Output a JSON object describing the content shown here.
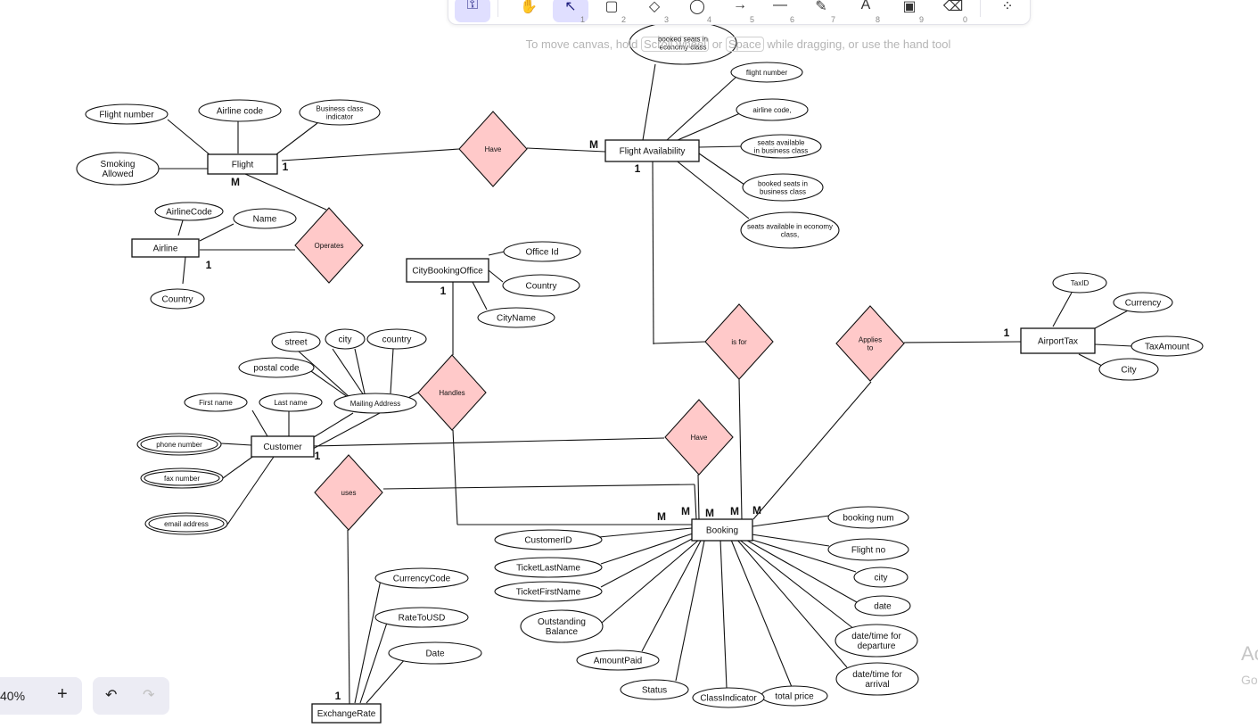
{
  "toolbar": {
    "tools": [
      {
        "name": "lock-tool",
        "icon": "lock-icon",
        "glyph": "⚿",
        "num": ""
      },
      {
        "name": "hand-tool",
        "icon": "hand-icon",
        "glyph": "✋",
        "num": ""
      },
      {
        "name": "selection-tool",
        "icon": "cursor-icon",
        "glyph": "↖",
        "num": "1"
      },
      {
        "name": "rectangle-tool",
        "icon": "rectangle-icon",
        "glyph": "▢",
        "num": "2"
      },
      {
        "name": "diamond-tool",
        "icon": "diamond-icon",
        "glyph": "◇",
        "num": "3"
      },
      {
        "name": "ellipse-tool",
        "icon": "ellipse-icon",
        "glyph": "◯",
        "num": "4"
      },
      {
        "name": "arrow-tool",
        "icon": "arrow-icon",
        "glyph": "→",
        "num": "5"
      },
      {
        "name": "line-tool",
        "icon": "line-icon",
        "glyph": "—",
        "num": "6"
      },
      {
        "name": "draw-tool",
        "icon": "pencil-icon",
        "glyph": "✎",
        "num": "7"
      },
      {
        "name": "text-tool",
        "icon": "text-icon",
        "glyph": "A",
        "num": "8"
      },
      {
        "name": "image-tool",
        "icon": "image-icon",
        "glyph": "▣",
        "num": "9"
      },
      {
        "name": "eraser-tool",
        "icon": "eraser-icon",
        "glyph": "⌫",
        "num": "0"
      },
      {
        "name": "more-tools",
        "icon": "more-tools-icon",
        "glyph": "⁘",
        "num": ""
      }
    ]
  },
  "hint": {
    "before": "To move canvas, hold ",
    "key1": "Scroll wheel",
    "middle": " or ",
    "key2": "Space",
    "after": " while dragging, or use the hand tool"
  },
  "entities": [
    {
      "id": "flight",
      "label": "Flight"
    },
    {
      "id": "airline",
      "label": "Airline"
    },
    {
      "id": "flight-availability",
      "label": "Flight Availability"
    },
    {
      "id": "city-booking-office",
      "label": "CityBookingOffice"
    },
    {
      "id": "customer",
      "label": "Customer"
    },
    {
      "id": "booking",
      "label": "Booking"
    },
    {
      "id": "airport-tax",
      "label": "AirportTax"
    },
    {
      "id": "exchange-rate",
      "label": "ExchangeRate"
    }
  ],
  "relationships": [
    {
      "id": "have-1",
      "lines": [
        "Have"
      ]
    },
    {
      "id": "operates",
      "lines": [
        "Operates"
      ]
    },
    {
      "id": "is-for",
      "lines": [
        "is for"
      ]
    },
    {
      "id": "applies-to",
      "lines": [
        "Applies",
        "to"
      ]
    },
    {
      "id": "handles",
      "lines": [
        "Handles"
      ]
    },
    {
      "id": "have-2",
      "lines": [
        "Have"
      ]
    },
    {
      "id": "uses",
      "lines": [
        "uses"
      ]
    }
  ],
  "attributes": [
    {
      "id": "flight-number",
      "lines": [
        "Flight number"
      ]
    },
    {
      "id": "airline-code",
      "lines": [
        "Airline code"
      ]
    },
    {
      "id": "business-class-indicator",
      "lines": [
        "Business class",
        "indicator"
      ]
    },
    {
      "id": "smoking-allowed",
      "lines": [
        "Smoking",
        "Allowed"
      ]
    },
    {
      "id": "airline-airlinecode",
      "lines": [
        "AirlineCode"
      ]
    },
    {
      "id": "airline-name",
      "lines": [
        "Name"
      ]
    },
    {
      "id": "airline-country",
      "lines": [
        "Country"
      ]
    },
    {
      "id": "fa-booked-economy",
      "lines": [
        "booked seats in",
        "economy class"
      ]
    },
    {
      "id": "fa-flight-number",
      "lines": [
        "flight number"
      ]
    },
    {
      "id": "fa-airline-code",
      "lines": [
        "airline code,"
      ]
    },
    {
      "id": "fa-seats-business",
      "lines": [
        "seats available",
        "in business class"
      ]
    },
    {
      "id": "fa-booked-business",
      "lines": [
        "booked seats in",
        "business class"
      ]
    },
    {
      "id": "fa-seats-economy",
      "lines": [
        "seats available in economy",
        "class,"
      ]
    },
    {
      "id": "office-id",
      "lines": [
        "Office Id"
      ]
    },
    {
      "id": "office-country",
      "lines": [
        "Country"
      ]
    },
    {
      "id": "office-cityname",
      "lines": [
        "CityName"
      ]
    },
    {
      "id": "tax-id",
      "lines": [
        "TaxID"
      ]
    },
    {
      "id": "tax-currency",
      "lines": [
        "Currency"
      ]
    },
    {
      "id": "tax-amount",
      "lines": [
        "TaxAmount"
      ]
    },
    {
      "id": "tax-city",
      "lines": [
        "City"
      ]
    },
    {
      "id": "street",
      "lines": [
        "street"
      ]
    },
    {
      "id": "city",
      "lines": [
        "city"
      ]
    },
    {
      "id": "country",
      "lines": [
        "country"
      ]
    },
    {
      "id": "postal-code",
      "lines": [
        "postal code"
      ]
    },
    {
      "id": "first-name",
      "lines": [
        "First name"
      ]
    },
    {
      "id": "last-name",
      "lines": [
        "Last name"
      ]
    },
    {
      "id": "mailing-address",
      "lines": [
        "Mailing Address"
      ]
    },
    {
      "id": "phone-number",
      "lines": [
        "phone number"
      ]
    },
    {
      "id": "fax-number",
      "lines": [
        "fax number"
      ]
    },
    {
      "id": "email-address",
      "lines": [
        "email address"
      ]
    },
    {
      "id": "booking-num",
      "lines": [
        "booking num"
      ]
    },
    {
      "id": "booking-flight-no",
      "lines": [
        "Flight no"
      ]
    },
    {
      "id": "booking-city",
      "lines": [
        "city"
      ]
    },
    {
      "id": "booking-date",
      "lines": [
        "date"
      ]
    },
    {
      "id": "departure-datetime",
      "lines": [
        "date/time for",
        "departure"
      ]
    },
    {
      "id": "arrival-datetime",
      "lines": [
        "date/time for",
        "arrival"
      ]
    },
    {
      "id": "total-price",
      "lines": [
        "total price"
      ]
    },
    {
      "id": "class-indicator",
      "lines": [
        "ClassIndicator"
      ]
    },
    {
      "id": "status",
      "lines": [
        "Status"
      ]
    },
    {
      "id": "amount-paid",
      "lines": [
        "AmountPaid"
      ]
    },
    {
      "id": "outstanding-balance",
      "lines": [
        "Outstanding",
        "Balance"
      ]
    },
    {
      "id": "ticket-first-name",
      "lines": [
        "TicketFirstName"
      ]
    },
    {
      "id": "ticket-last-name",
      "lines": [
        "TicketLastName"
      ]
    },
    {
      "id": "customer-id",
      "lines": [
        "CustomerID"
      ]
    },
    {
      "id": "currency-code",
      "lines": [
        "CurrencyCode"
      ]
    },
    {
      "id": "rate-to-usd",
      "lines": [
        "RateToUSD"
      ]
    },
    {
      "id": "exchange-date",
      "lines": [
        "Date"
      ]
    }
  ],
  "cardinalities": [
    "1",
    "M",
    "1",
    "1",
    "M",
    "1",
    "1",
    "1",
    "M",
    "M",
    "M",
    "M",
    "M",
    "1"
  ],
  "footer": {
    "zoom_level": "40%",
    "zoom_in": "+",
    "undo": "↶",
    "redo": "↷",
    "activate_title": "Ac",
    "activate_sub": "Go"
  }
}
